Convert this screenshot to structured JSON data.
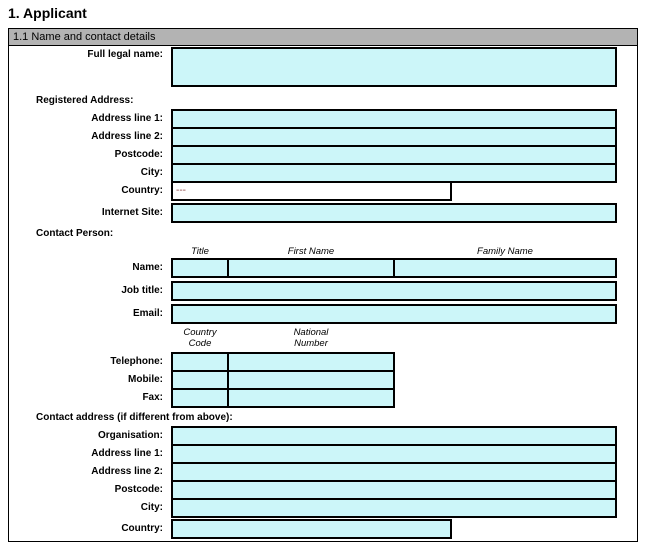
{
  "page": {
    "title": "1. Applicant"
  },
  "section": {
    "header": "1.1 Name and contact details"
  },
  "labels": {
    "full_legal_name": "Full legal name:",
    "registered_address_heading": "Registered Address:",
    "address_line_1": "Address line 1:",
    "address_line_2": "Address line 2:",
    "postcode": "Postcode:",
    "city": "City:",
    "country": "Country:",
    "internet_site": "Internet Site:",
    "contact_person_heading": "Contact Person:",
    "name": "Name:",
    "job_title": "Job title:",
    "email": "Email:",
    "telephone": "Telephone:",
    "mobile": "Mobile:",
    "fax": "Fax:",
    "contact_address_heading": "Contact address (if different from above):",
    "organisation": "Organisation:"
  },
  "column_headers": {
    "title": "Title",
    "first_name": "First Name",
    "family_name": "Family Name",
    "country_code_line1": "Country",
    "country_code_line2": "Code",
    "national_number_line1": "National",
    "national_number_line2": "Number"
  },
  "values": {
    "registered_country": "---"
  },
  "colors": {
    "field_fill": "#ccf6f9",
    "header_bar_bg": "#b3b3b3",
    "border": "#000000",
    "country_placeholder_text": "#8b4040"
  }
}
